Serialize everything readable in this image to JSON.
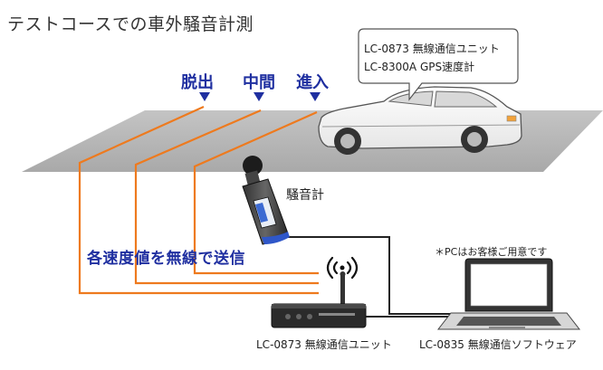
{
  "title": "テストコースでの車外騒音計測",
  "lanes": {
    "exit": "脱出",
    "middle": "中間",
    "entry": "進入"
  },
  "callout": {
    "line1": "LC-0873 無線通信ユニット",
    "line2": "LC-8300A GPS速度計"
  },
  "sound_meter_label": "騒音計",
  "wireless_send_label": "各速度値を無線で送信",
  "pc_note": "＊PCはお客様ご用意です",
  "receiver_label": "LC-0873 無線通信ユニット",
  "software_label": "LC-0835 無線通信ソフトウェア",
  "colors": {
    "lane_blue": "#1f2fa0",
    "wire_orange": "#ee7a1e",
    "road_gray": "#b8b8b8"
  },
  "icons": [
    "car-icon",
    "sound-level-meter-icon",
    "wireless-signal-icon",
    "receiver-unit-icon",
    "laptop-icon"
  ]
}
